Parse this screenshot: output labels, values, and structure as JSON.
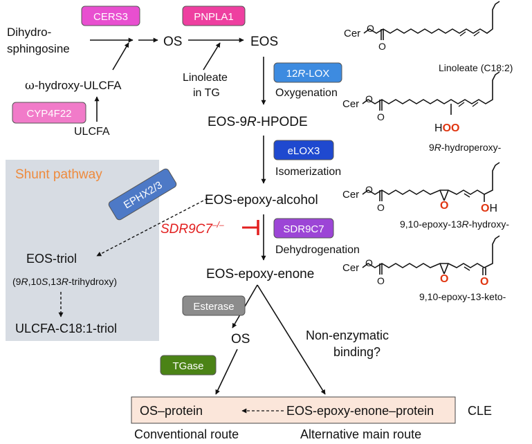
{
  "colors": {
    "cers3": "#e84fd0",
    "pnpla1": "#ee3fa0",
    "cyp4f22": "#f17bc9",
    "lox12r": "#3d8be0",
    "elox3": "#1f49cf",
    "sdr9c7": "#9c45d6",
    "ephx": "#4d79c6",
    "esterase": "#8c8c8c",
    "tgase": "#4b8316",
    "shunt_bg": "#d7dce3",
    "shunt_title": "#ee8a3c",
    "inhibitor": "#e21f1f",
    "cle_bg": "#fbe6da",
    "oxygen_red": "#e03510"
  },
  "enzymes": {
    "cers3": "CERS3",
    "pnpla1": "PNPLA1",
    "cyp4f22": "CYP4F22",
    "lox12r_pre": "12",
    "lox12r_r": "R",
    "lox12r_post": "-LOX",
    "elox3": "eLOX3",
    "sdr9c7": "SDR9C7",
    "ephx": "EPHX2/3",
    "esterase": "Esterase",
    "tgase": "TGase"
  },
  "nodes": {
    "dihydro_1": "Dihydro-",
    "dihydro_2": "sphingosine",
    "os_top": "OS",
    "eos": "EOS",
    "whydroxy_omega": "ω",
    "whydroxy_rest": "-hydroxy-ULCFA",
    "ulcfa": "ULCFA",
    "linoleate_tg_1": "Linoleate",
    "linoleate_tg_2": "in TG",
    "eos_hpode_pre": "EOS-9",
    "eos_hpode_r": "R",
    "eos_hpode_post": "-HPODE",
    "eos_epoxy_alcohol": "EOS-epoxy-alcohol",
    "eos_epoxy_enone": "EOS-epoxy-enone",
    "os_bottom": "OS",
    "non_enzymatic_1": "Non-enzymatic",
    "non_enzymatic_2": "binding?"
  },
  "steps": {
    "oxygenation": "Oxygenation",
    "isomerization": "Isomerization",
    "dehydrogenation": "Dehydrogenation"
  },
  "inhibitor": {
    "gene": "SDR9C7",
    "superscript": "–/–"
  },
  "shunt": {
    "title": "Shunt pathway",
    "eos_triol": "EOS-triol",
    "triol_paren_1": "(9",
    "triol_r1": "R",
    "triol_paren_2": ",10",
    "triol_s": "S",
    "triol_paren_3": ",13",
    "triol_r2": "R",
    "triol_paren_4": "-trihydroxy)",
    "ulcfa_triol": "ULCFA-C18:1-triol"
  },
  "structures": {
    "cer": "Cer",
    "o": "O",
    "oh_h": "H",
    "oo": "OO",
    "h": "H",
    "linoleate_label": "Linoleate (C18:2)",
    "hydroperoxy_pre": "9",
    "hydroperoxy_r": "R",
    "hydroperoxy_post": "-hydroperoxy-",
    "epoxy_hydroxy_pre": "9,10-epoxy-13",
    "epoxy_hydroxy_r": "R",
    "epoxy_hydroxy_post": "-hydroxy-",
    "epoxy_keto": "9,10-epoxy-13-keto-"
  },
  "cle": {
    "os_protein": "OS–protein",
    "eos_protein": "EOS-epoxy-enone–protein",
    "label": "CLE"
  },
  "routes": {
    "conventional": "Conventional route",
    "alternative": "Alternative main route"
  }
}
